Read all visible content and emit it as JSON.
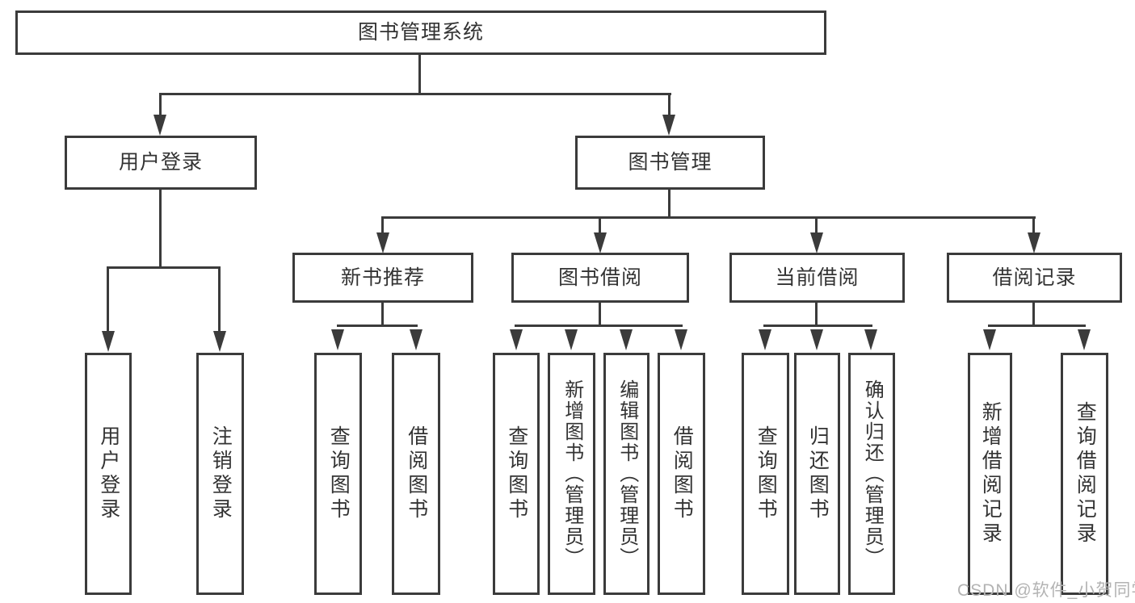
{
  "diagram": {
    "title_node": {
      "label": "图书管理系统"
    },
    "level2": [
      {
        "label": "用户登录"
      },
      {
        "label": "图书管理"
      }
    ],
    "level3": [
      {
        "label": "新书推荐"
      },
      {
        "label": "图书借阅"
      },
      {
        "label": "当前借阅"
      },
      {
        "label": "借阅记录"
      }
    ],
    "leaves": {
      "user_login": [
        "用户登录",
        "注销登录"
      ],
      "new_book": [
        "查询图书",
        "借阅图书"
      ],
      "book_borrow": [
        "查询图书",
        "新增图书（管理员）",
        "编辑图书（管理员）",
        "借阅图书"
      ],
      "current_borrow": [
        "查询图书",
        "归还图书",
        "确认归还（管理员）"
      ],
      "borrow_record": [
        "新增借阅记录",
        "查询借阅记录"
      ]
    }
  },
  "watermark": {
    "text": "CSDN @软件_小贺同学"
  },
  "colors": {
    "line": "#3b3b3b",
    "text": "#333333",
    "watermark": "#b3b3b3",
    "background": "#ffffff"
  }
}
